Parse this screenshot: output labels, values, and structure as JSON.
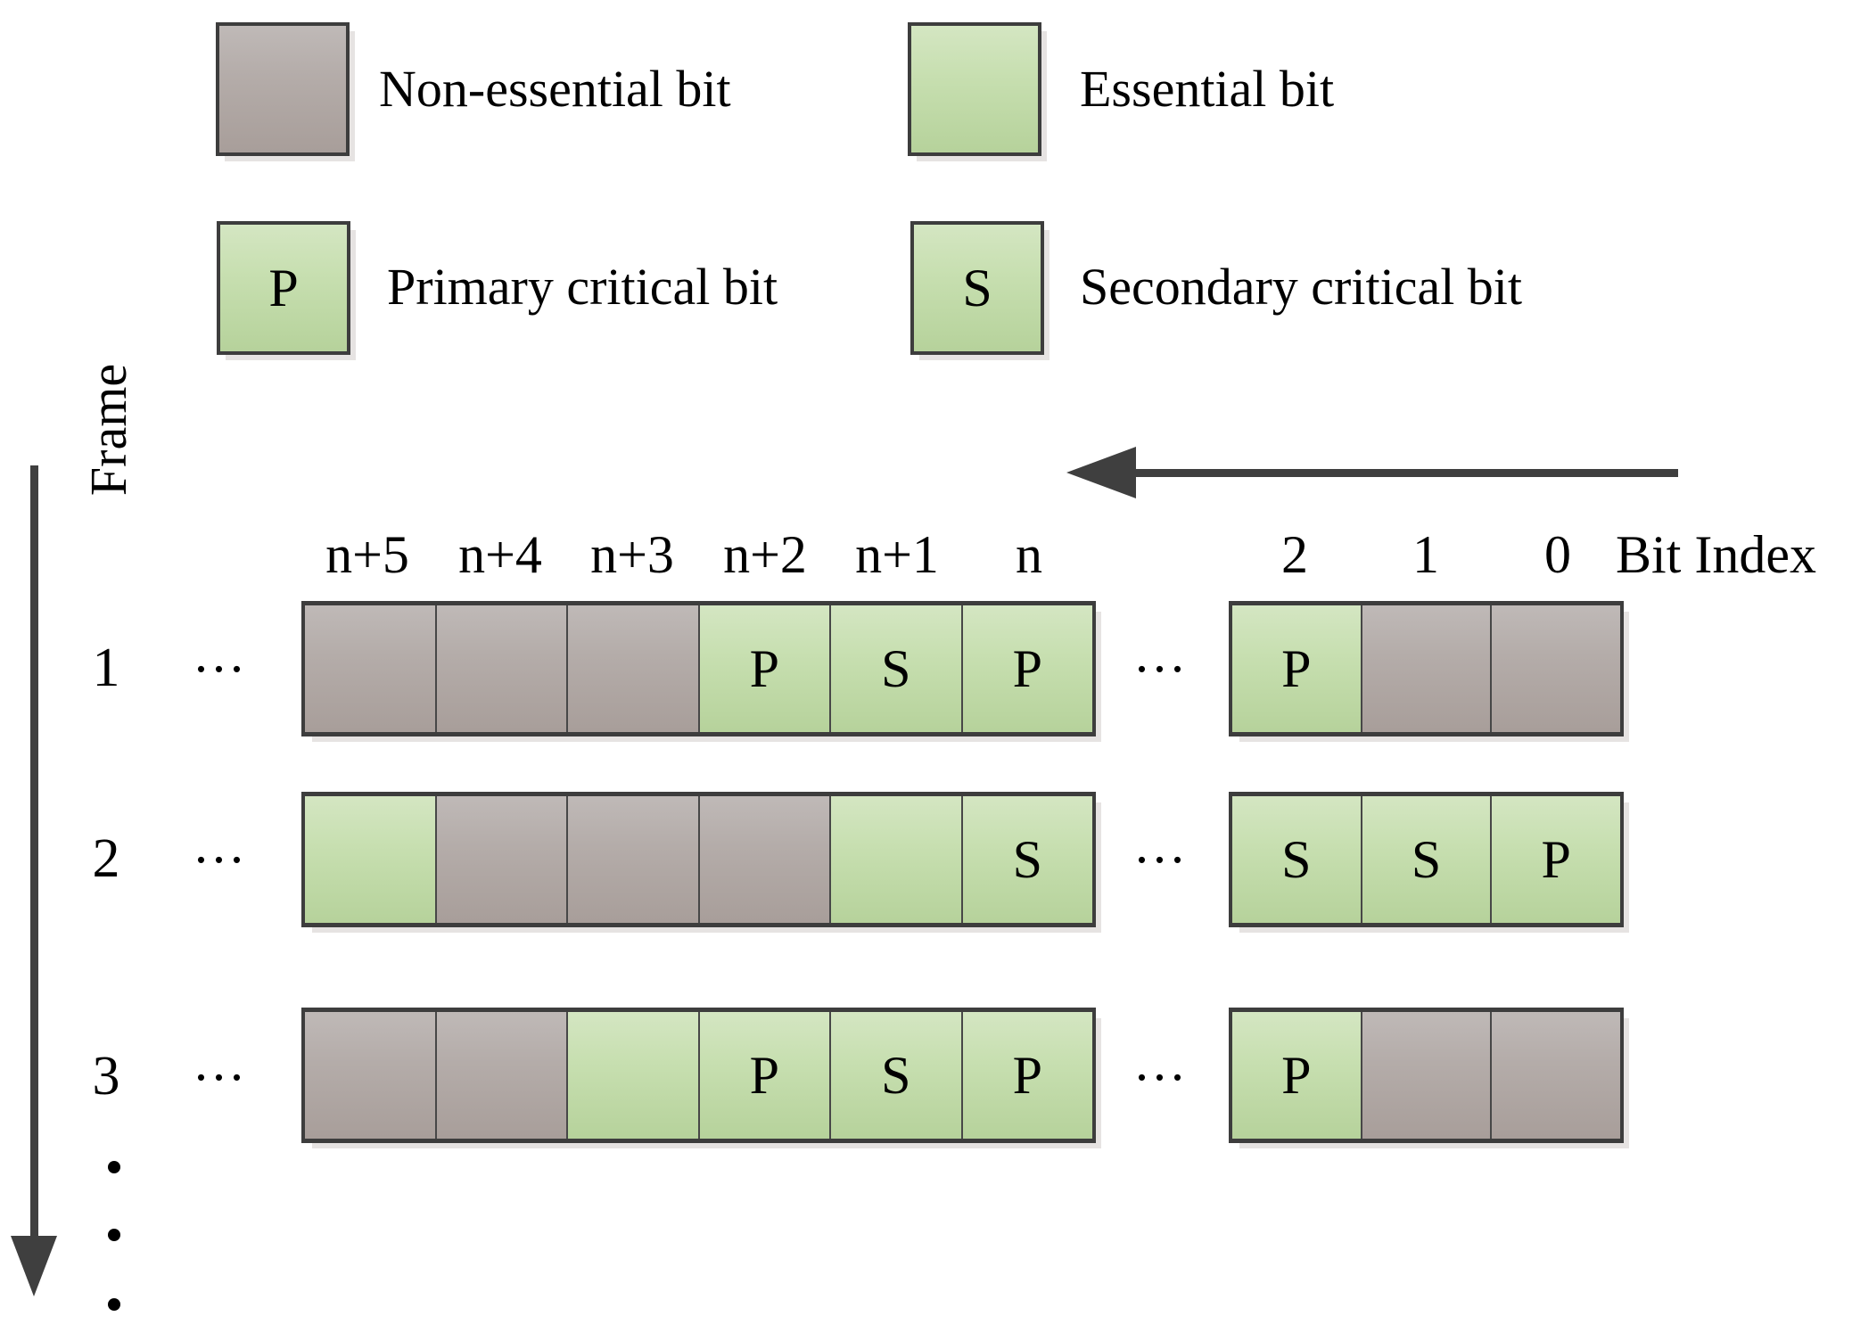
{
  "legend": {
    "items": [
      {
        "label": "Non-essential bit",
        "letter": "",
        "type": "gray"
      },
      {
        "label": "Essential bit",
        "letter": "",
        "type": "green"
      },
      {
        "label": "Primary critical bit",
        "letter": "P",
        "type": "green"
      },
      {
        "label": "Secondary critical bit",
        "letter": "S",
        "type": "green"
      }
    ]
  },
  "axes": {
    "frame_axis_label": "Frame",
    "bit_index_label": "Bit Index",
    "left_bit_indices": [
      "n+5",
      "n+4",
      "n+3",
      "n+2",
      "n+1",
      "n"
    ],
    "right_bit_indices": [
      "2",
      "1",
      "0"
    ],
    "ellipsis": "...",
    "dot": "."
  },
  "frames": [
    {
      "number": "1",
      "left_cells": [
        {
          "type": "gray",
          "letter": ""
        },
        {
          "type": "gray",
          "letter": ""
        },
        {
          "type": "gray",
          "letter": ""
        },
        {
          "type": "green",
          "letter": "P"
        },
        {
          "type": "green",
          "letter": "S"
        },
        {
          "type": "green",
          "letter": "P"
        }
      ],
      "right_cells": [
        {
          "type": "green",
          "letter": "P"
        },
        {
          "type": "gray",
          "letter": ""
        },
        {
          "type": "gray",
          "letter": ""
        }
      ]
    },
    {
      "number": "2",
      "left_cells": [
        {
          "type": "green",
          "letter": ""
        },
        {
          "type": "gray",
          "letter": ""
        },
        {
          "type": "gray",
          "letter": ""
        },
        {
          "type": "gray",
          "letter": ""
        },
        {
          "type": "green",
          "letter": ""
        },
        {
          "type": "green",
          "letter": "S"
        }
      ],
      "right_cells": [
        {
          "type": "green",
          "letter": "S"
        },
        {
          "type": "green",
          "letter": "S"
        },
        {
          "type": "green",
          "letter": "P"
        }
      ]
    },
    {
      "number": "3",
      "left_cells": [
        {
          "type": "gray",
          "letter": ""
        },
        {
          "type": "gray",
          "letter": ""
        },
        {
          "type": "green",
          "letter": ""
        },
        {
          "type": "green",
          "letter": "P"
        },
        {
          "type": "green",
          "letter": "S"
        },
        {
          "type": "green",
          "letter": "P"
        }
      ],
      "right_cells": [
        {
          "type": "green",
          "letter": "P"
        },
        {
          "type": "gray",
          "letter": ""
        },
        {
          "type": "gray",
          "letter": ""
        }
      ]
    }
  ],
  "colors": {
    "green_top": "#d4e6c2",
    "green_bottom": "#b6d29b",
    "gray_top": "#bfb9b7",
    "gray_bottom": "#a89e9a",
    "border": "#3d3d3d",
    "arrow": "#3f3f3f",
    "text": "#000000",
    "background": "#ffffff"
  }
}
